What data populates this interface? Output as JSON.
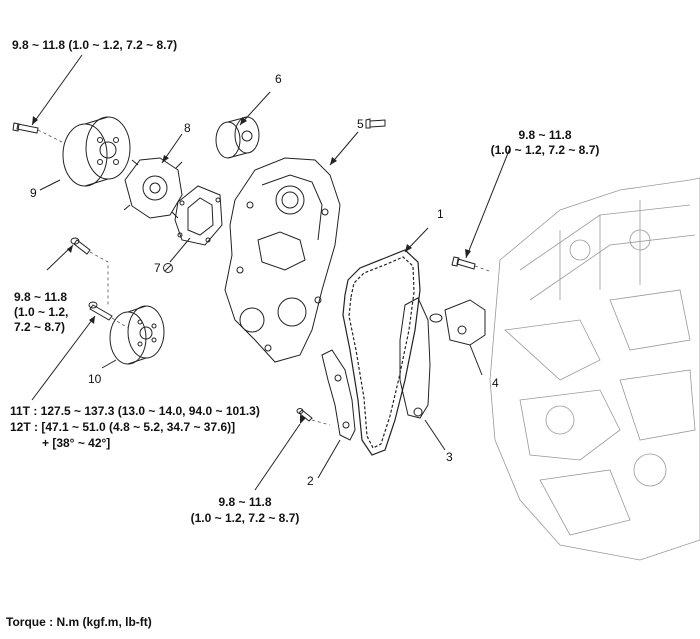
{
  "torques": {
    "top_left": "9.8 ~ 11.8 (1.0 ~ 1.2, 7.2 ~ 8.7)",
    "right_line1": "9.8 ~ 11.8",
    "right_line2": "(1.0 ~ 1.2, 7.2 ~ 8.7)",
    "left_mid_line1": "9.8 ~ 11.8",
    "left_mid_line2": "(1.0 ~ 1.2,",
    "left_mid_line3": "7.2 ~ 8.7)",
    "crank_line1": "11T : 127.5 ~ 137.3 (13.0 ~ 14.0, 94.0 ~ 101.3)",
    "crank_line2": "12T : [47.1 ~ 51.0 (4.8 ~ 5.2, 34.7 ~ 37.6)]",
    "crank_line3": "+ [38° ~ 42°]",
    "bottom_line1": "9.8 ~ 11.8",
    "bottom_line2": "(1.0 ~ 1.2, 7.2 ~ 8.7)"
  },
  "parts": {
    "p1": "1",
    "p2": "2",
    "p3": "3",
    "p4": "4",
    "p5": "5",
    "p6": "6",
    "p7": "7",
    "p8": "8",
    "p9": "9",
    "p10": "10"
  },
  "legend": "Torque : N.m (kgf.m, lb-ft)",
  "colors": {
    "line": "#222222",
    "light": "#888888"
  }
}
